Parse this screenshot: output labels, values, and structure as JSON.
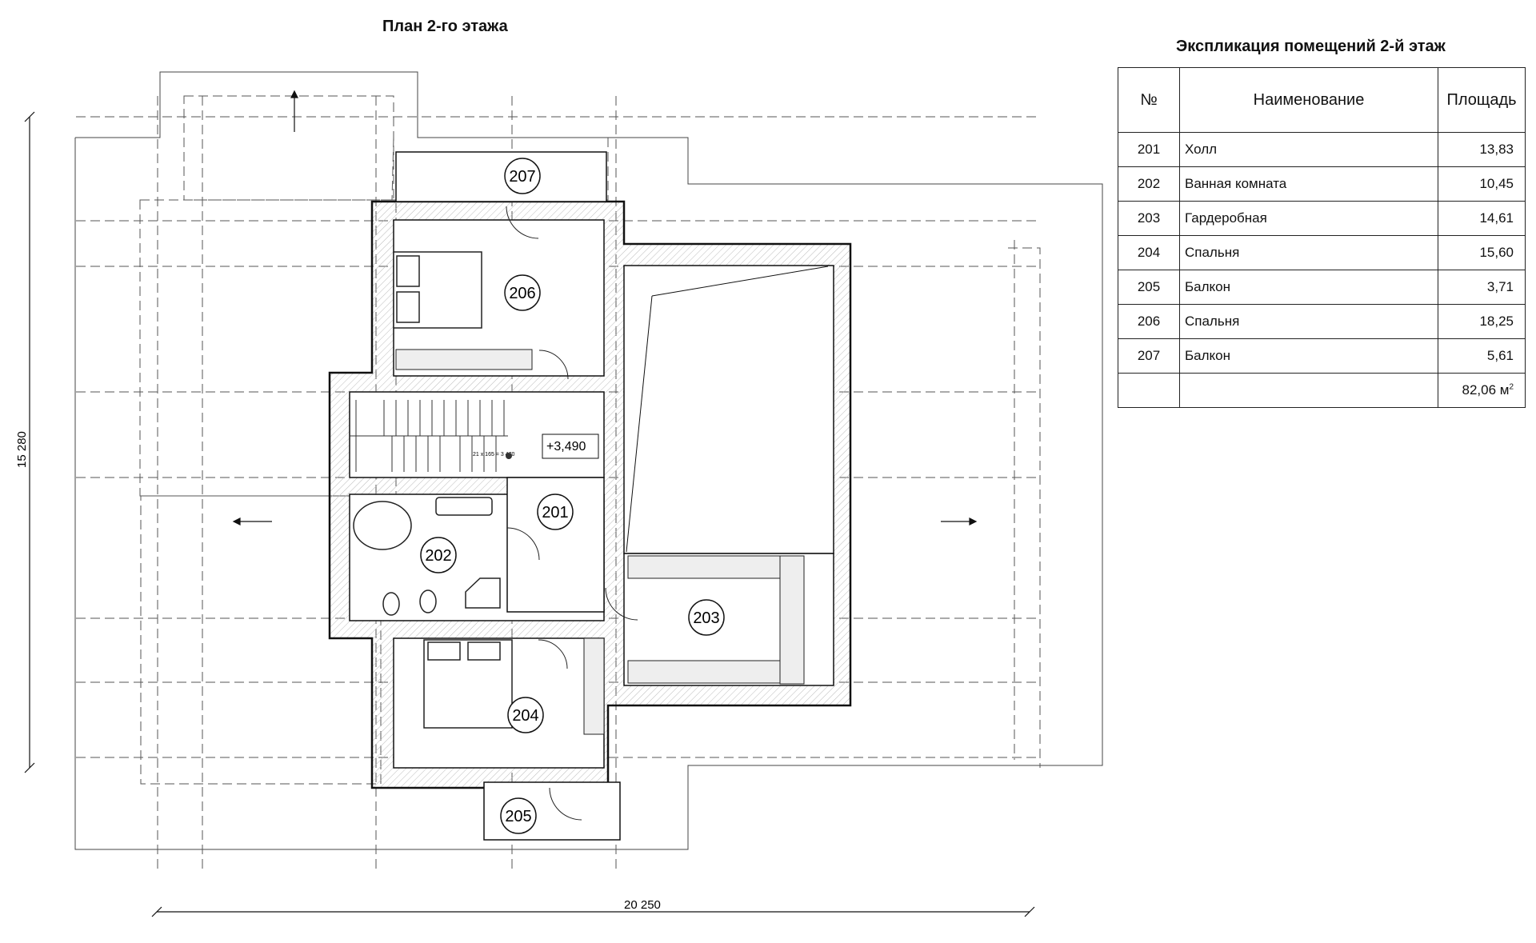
{
  "plan": {
    "title": "План 2-го этажа",
    "elevation": "+3,490",
    "dim_width": "20 250",
    "dim_height": "15 280",
    "stair_note": "21 х 165 = 3 470"
  },
  "rooms": [
    {
      "no": "201"
    },
    {
      "no": "202"
    },
    {
      "no": "203"
    },
    {
      "no": "204"
    },
    {
      "no": "205"
    },
    {
      "no": "206"
    },
    {
      "no": "207"
    }
  ],
  "explication": {
    "title": "Экспликация помещений 2-й этаж",
    "headers": {
      "no": "№",
      "name": "Наименование",
      "area": "Площадь"
    },
    "rows": [
      {
        "no": "201",
        "name": "Холл",
        "area": "13,83"
      },
      {
        "no": "202",
        "name": "Ванная комната",
        "area": "10,45"
      },
      {
        "no": "203",
        "name": "Гардеробная",
        "area": "14,61"
      },
      {
        "no": "204",
        "name": "Спальня",
        "area": "15,60"
      },
      {
        "no": "205",
        "name": "Балкон",
        "area": "3,71"
      },
      {
        "no": "206",
        "name": "Спальня",
        "area": "18,25"
      },
      {
        "no": "207",
        "name": "Балкон",
        "area": "5,61"
      }
    ],
    "total": "82,06 м",
    "total_sup": "2"
  }
}
